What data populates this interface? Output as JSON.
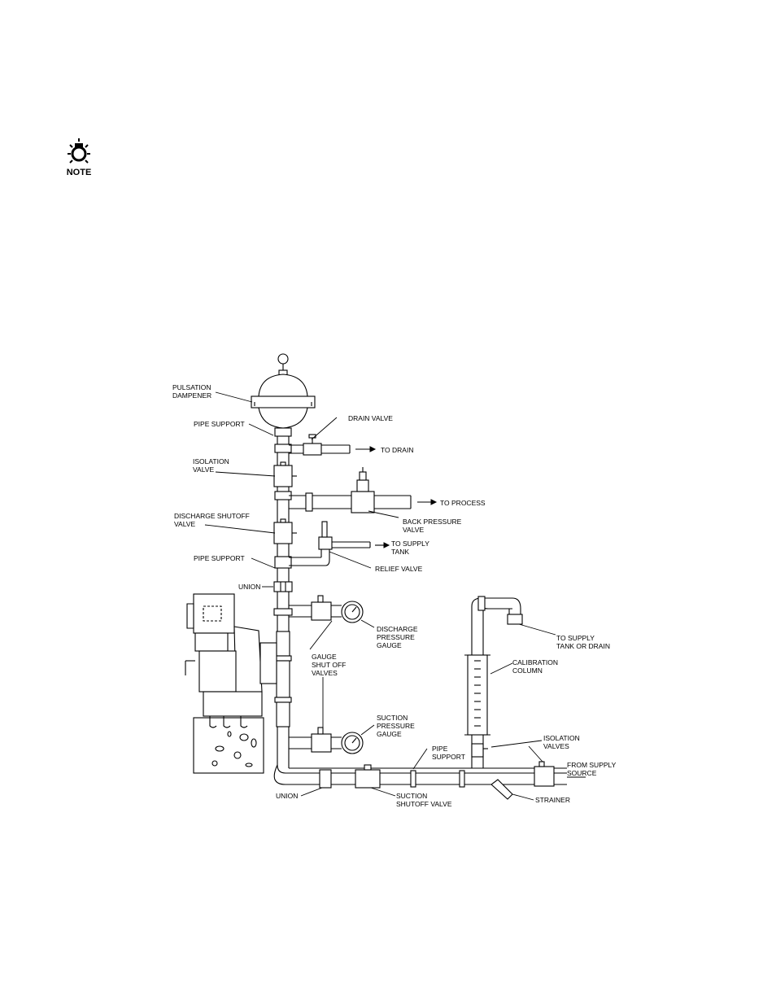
{
  "note": {
    "label": "NOTE",
    "icon": "lightbulb-icon"
  },
  "labels": {
    "pulsation_dampener": [
      "PULSATION",
      "DAMPENER"
    ],
    "pipe_support_top": "PIPE SUPPORT",
    "drain_valve": "DRAIN VALVE",
    "to_drain": "TO DRAIN",
    "isolation_valve": [
      "ISOLATION",
      "VALVE"
    ],
    "to_process": "TO PROCESS",
    "back_pressure_valve": [
      "BACK PRESSURE",
      "VALVE"
    ],
    "discharge_shutoff_valve": [
      "DISCHARGE SHUTOFF",
      "VALVE"
    ],
    "to_supply_tank": [
      "TO SUPPLY",
      "TANK"
    ],
    "pipe_support_mid": "PIPE SUPPORT",
    "relief_valve": "RELIEF VALVE",
    "union_top": "UNION",
    "discharge_pressure_gauge": [
      "DISCHARGE",
      "PRESSURE",
      "GAUGE"
    ],
    "gauge_shut_off_valves": [
      "GAUGE",
      "SHUT OFF",
      "VALVES"
    ],
    "to_supply_tank_or_drain": [
      "TO SUPPLY",
      "TANK OR DRAIN"
    ],
    "calibration_column": [
      "CALIBRATION",
      "COLUMN"
    ],
    "suction_pressure_gauge": [
      "SUCTION",
      "PRESSURE",
      "GAUGE"
    ],
    "pipe_support_bottom": [
      "PIPE",
      "SUPPORT"
    ],
    "isolation_valves": [
      "ISOLATION",
      "VALVES"
    ],
    "from_supply_source": [
      "FROM SUPPLY",
      "SOURCE"
    ],
    "union_bottom": "UNION",
    "suction_shutoff_valve": [
      "SUCTION",
      "SHUTOFF VALVE"
    ],
    "strainer": "STRAINER"
  }
}
